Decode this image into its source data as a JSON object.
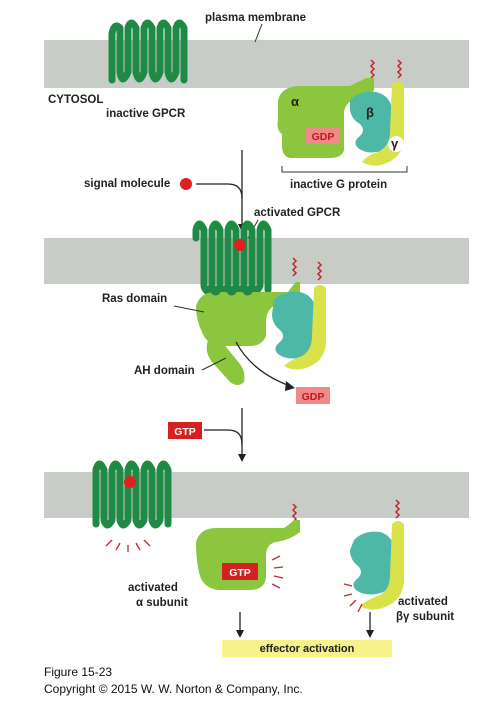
{
  "labels": {
    "plasma_membrane": "plasma membrane",
    "cytosol": "CYTOSOL",
    "inactive_gpcr": "inactive GPCR",
    "inactive_g_protein": "inactive G protein",
    "signal_molecule": "signal molecule",
    "activated_gpcr": "activated GPCR",
    "ras_domain": "Ras domain",
    "ah_domain": "AH domain",
    "activated_alpha_line1": "activated",
    "activated_alpha_line2": "α subunit",
    "activated_bg_line1": "activated",
    "activated_bg_line2": "βγ subunit",
    "effector_activation": "effector activation"
  },
  "subunits": {
    "alpha": "α",
    "beta": "β",
    "gamma": "γ"
  },
  "nucleotides": {
    "gdp_bound": "GDP",
    "gdp_released": "GDP",
    "gtp_input": "GTP",
    "gtp_bound": "GTP"
  },
  "caption": {
    "figure": "Figure 15-23",
    "copyright": "Copyright © 2015 W. W. Norton & Company, Inc."
  },
  "colors": {
    "membrane": "#c8ccc7",
    "gpcr": "#1f8a45",
    "alpha": "#8cc63f",
    "beta": "#4db8a6",
    "gamma": "#d9e24a",
    "signal": "#e02020",
    "gdp_fill": "#f08a8a",
    "gdp_text": "#c01818",
    "gtp_fill": "#d42020",
    "effector_box": "#f7f28a"
  }
}
